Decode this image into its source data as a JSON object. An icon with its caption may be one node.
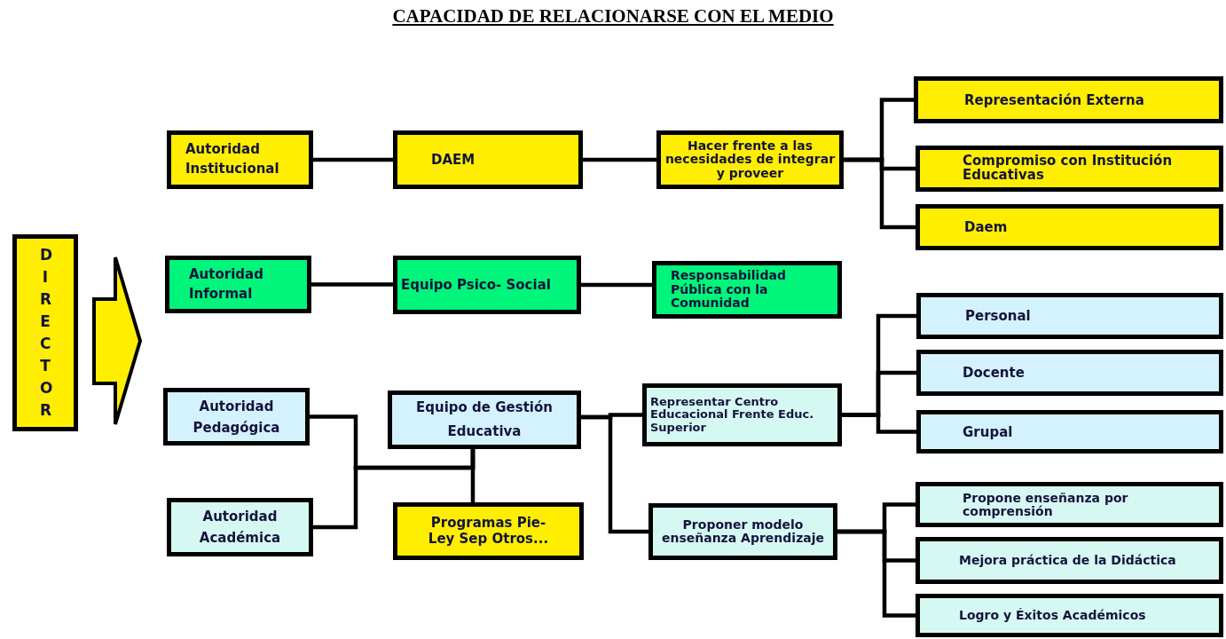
{
  "diagram": {
    "title": "CAPACIDAD DE RELACIONARSE CON EL MEDIO",
    "nodes": [
      {
        "text": [
          "DIRECTOR"
        ]
      },
      {
        "text": [
          "Autoridad Institucional"
        ]
      },
      {
        "text": [
          "DAEM"
        ]
      },
      {
        "text": [
          "Hacer frente a las necesidades de integrar y proveer"
        ]
      },
      {
        "text": [
          "Representación Externa"
        ]
      },
      {
        "text": [
          "Compromiso con Institución Educativas"
        ]
      },
      {
        "text": [
          "Daem"
        ]
      },
      {
        "text": [
          "Autoridad Informal"
        ]
      },
      {
        "text": [
          "Equipo Psico- Social"
        ]
      },
      {
        "text": [
          "Responsabilidad Pública con la Comunidad"
        ]
      },
      {
        "text": [
          "Autoridad Pedagógica"
        ]
      },
      {
        "text": [
          "Equipo de Gestión Educativa"
        ]
      },
      {
        "text": [
          "Representar Centro Educacional Frente Educ. Superior"
        ]
      },
      {
        "text": [
          "Personal"
        ]
      },
      {
        "text": [
          "Docente"
        ]
      },
      {
        "text": [
          "Grupal"
        ]
      },
      {
        "text": [
          "Autoridad Académica"
        ]
      },
      {
        "text": [
          "Programas Pie-Ley Sep Otros..."
        ]
      },
      {
        "text": [
          "Proponer modelo enseñanza Aprendizaje"
        ]
      },
      {
        "text": [
          "Propone enseñanza por comprensión"
        ]
      },
      {
        "text": [
          "Mejora práctica de la Didáctica"
        ]
      },
      {
        "text": [
          "Logro y Éxitos Académicos"
        ]
      }
    ],
    "edges": [
      {
        "from": 1,
        "to": 2,
        "arrow": "none"
      },
      {
        "from": 2,
        "to": 3,
        "arrow": "none"
      },
      {
        "from": 3,
        "to": 4,
        "arrow": "none"
      },
      {
        "from": 3,
        "to": 5,
        "arrow": "none"
      },
      {
        "from": 3,
        "to": 6,
        "arrow": "none"
      },
      {
        "from": 7,
        "to": 8,
        "arrow": "none"
      },
      {
        "from": 8,
        "to": 9,
        "arrow": "none"
      },
      {
        "from": 10,
        "to": 11,
        "arrow": "none"
      },
      {
        "from": 16,
        "to": 11,
        "arrow": "none"
      },
      {
        "from": 11,
        "to": 17,
        "arrow": "none"
      },
      {
        "from": 11,
        "to": 12,
        "arrow": "none"
      },
      {
        "from": 11,
        "to": 18,
        "arrow": "none"
      },
      {
        "from": 12,
        "to": 13,
        "arrow": "none"
      },
      {
        "from": 12,
        "to": 14,
        "arrow": "none"
      },
      {
        "from": 12,
        "to": 15,
        "arrow": "none"
      },
      {
        "from": 18,
        "to": 19,
        "arrow": "none"
      },
      {
        "from": 18,
        "to": 20,
        "arrow": "none"
      },
      {
        "from": 18,
        "to": 21,
        "arrow": "none"
      }
    ]
  }
}
